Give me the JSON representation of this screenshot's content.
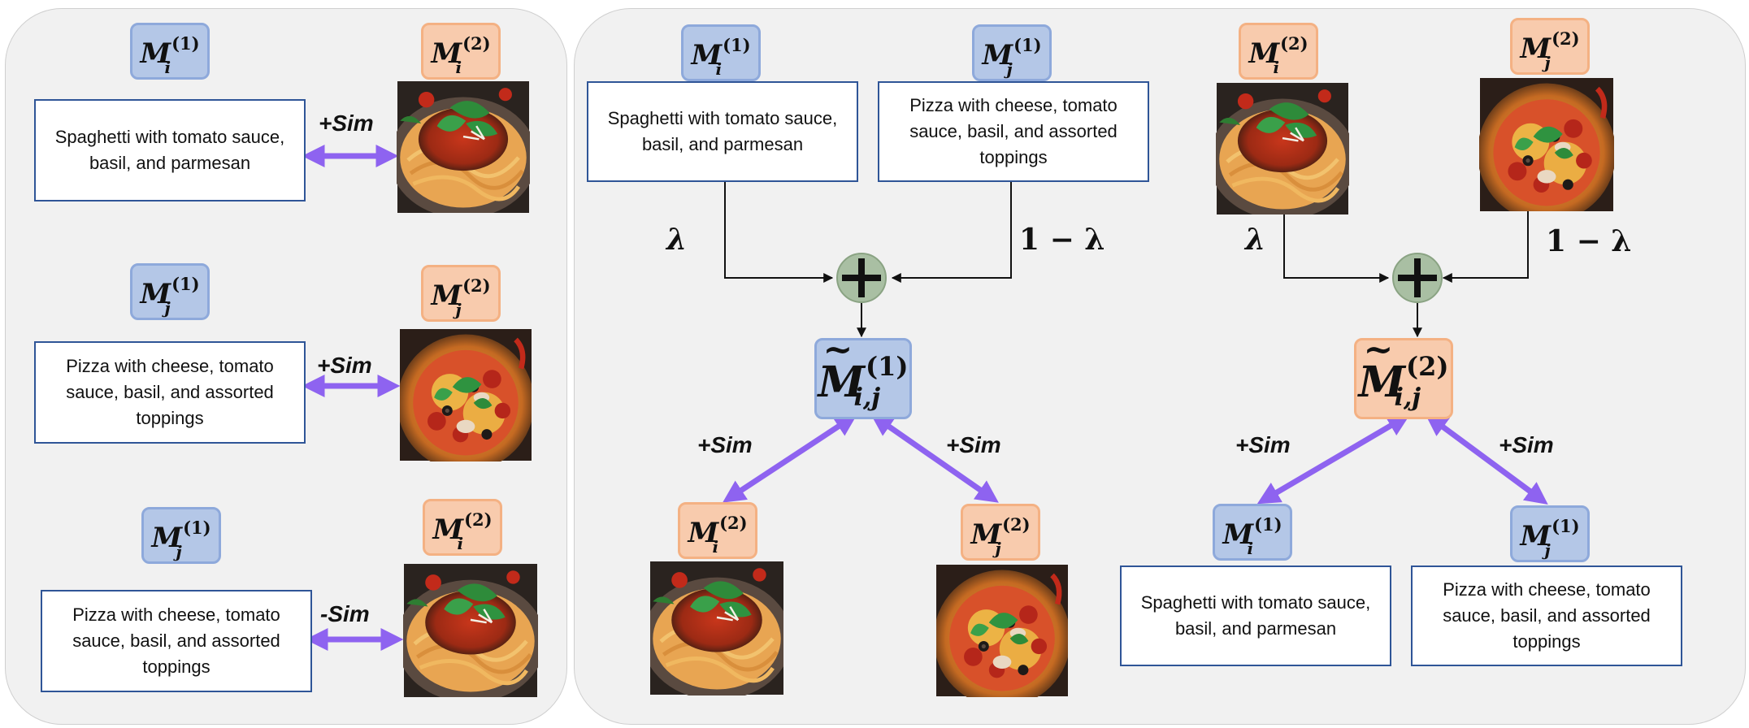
{
  "texts": {
    "spaghetti": "Spaghetti with tomato sauce, basil, and parmesan",
    "pizza": "Pizza with cheese, tomato sauce, basil, and assorted toppings"
  },
  "labels": {
    "plus_sim": "+Sim",
    "minus_sim": "-Sim",
    "lambda": "λ",
    "one_minus_lambda": "1 − λ"
  },
  "symbols": {
    "M": "M",
    "tilde": "~",
    "sup1": "(1)",
    "sup2": "(2)",
    "sub_i": "i",
    "sub_j": "j",
    "sub_ij": "i,j"
  },
  "colors": {
    "modality1_fill": "#b4c7e7",
    "modality2_fill": "#f8cbad",
    "arrow_sim": "#8e63f0",
    "mix_node": "#a9bfa3",
    "text_border": "#2f5597"
  },
  "icons": {
    "spaghetti_image": "spaghetti-plate-image",
    "pizza_image": "pizza-image",
    "mix_node": "plus-circle-icon"
  }
}
